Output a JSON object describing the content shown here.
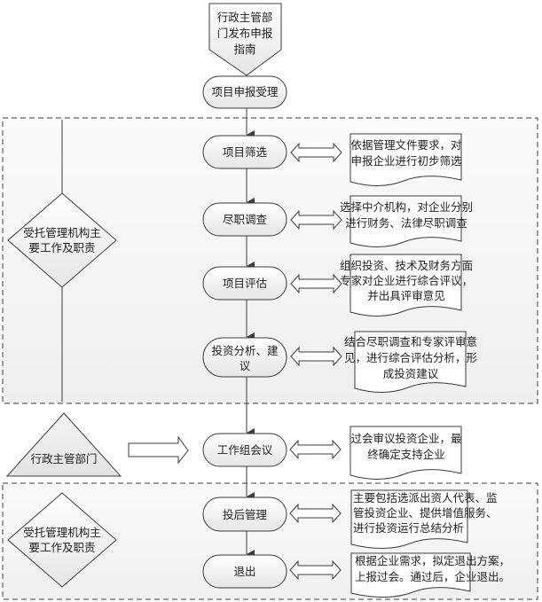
{
  "diagram": {
    "start_node": {
      "lines": [
        "行政主管部",
        "门发布申报",
        "指南"
      ]
    },
    "accept_node": {
      "lines": [
        "项目申报受理"
      ]
    },
    "group1": {
      "role": {
        "lines": [
          "受托管理机构主",
          "要工作及职责"
        ]
      },
      "steps": [
        {
          "lines": [
            "项目筛选"
          ],
          "note": [
            "依据管理文件要求，对",
            "申报企业进行初步筛选"
          ]
        },
        {
          "lines": [
            "尽职调查"
          ],
          "note": [
            "选择中介机构，对企业分别",
            "进行财务、法律尽职调查"
          ]
        },
        {
          "lines": [
            "项目评估"
          ],
          "note": [
            "组织投资、技术及财务方面",
            "专家对企业进行综合评议，",
            "并出具评审意见"
          ]
        },
        {
          "lines": [
            "投资分析、建",
            "议"
          ],
          "note": [
            "结合尽职调查和专家评审意",
            "见，进行综合评估分析，形",
            "成投资建议"
          ]
        }
      ]
    },
    "middle": {
      "authority": {
        "lines": [
          "行政主管部门"
        ]
      },
      "meeting": {
        "lines": [
          "工作组会议"
        ],
        "note": [
          "过会审议投资企业，最",
          "终确定支持企业"
        ]
      }
    },
    "group2": {
      "role": {
        "lines": [
          "受托管理机构主",
          "要工作及职责"
        ]
      },
      "steps": [
        {
          "lines": [
            "投后管理"
          ],
          "note": [
            "主要包括选派出资人代表、监",
            "管投资企业、提供增值服务、",
            "进行投资运行总结分析"
          ]
        },
        {
          "lines": [
            "退出"
          ],
          "note": [
            "根据企业需求，拟定退出方案，",
            "上报过会。通过后，企业退出。"
          ]
        }
      ]
    }
  }
}
